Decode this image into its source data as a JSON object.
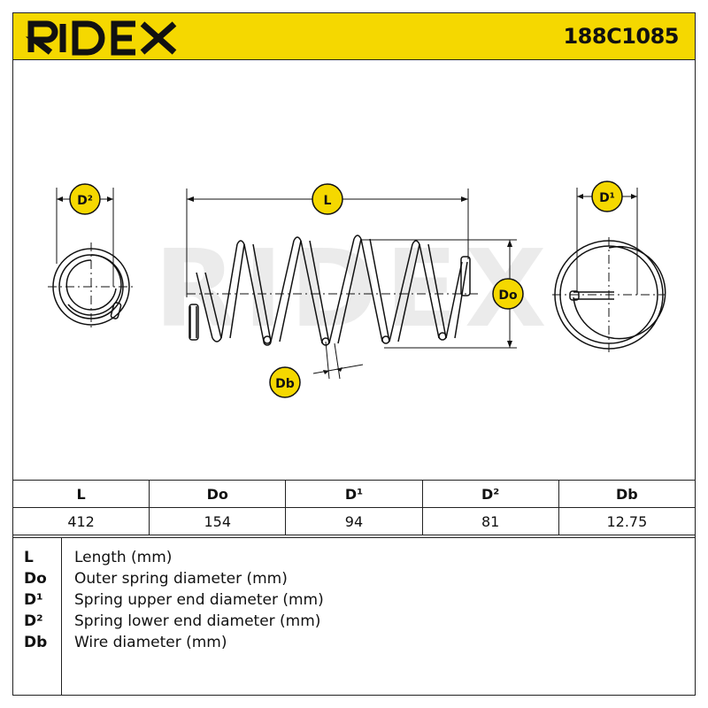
{
  "header": {
    "brand": "RIDEX",
    "part_number": "188C1085",
    "brand_color": "#f5d800"
  },
  "diagram": {
    "labels": {
      "d2": "D²",
      "l": "L",
      "d1": "D¹",
      "do": "Do",
      "db": "Db"
    },
    "watermark": "RIDEX"
  },
  "table": {
    "headers": [
      "L",
      "Do",
      "D¹",
      "D²",
      "Db"
    ],
    "values": [
      "412",
      "154",
      "94",
      "81",
      "12.75"
    ]
  },
  "legend": [
    {
      "symbol": "L",
      "description": "Length (mm)"
    },
    {
      "symbol": "Do",
      "description": "Outer spring diameter (mm)"
    },
    {
      "symbol": "D¹",
      "description": "Spring upper end diameter (mm)"
    },
    {
      "symbol": "D²",
      "description": "Spring lower end diameter (mm)"
    },
    {
      "symbol": "Db",
      "description": "Wire diameter (mm)"
    }
  ]
}
